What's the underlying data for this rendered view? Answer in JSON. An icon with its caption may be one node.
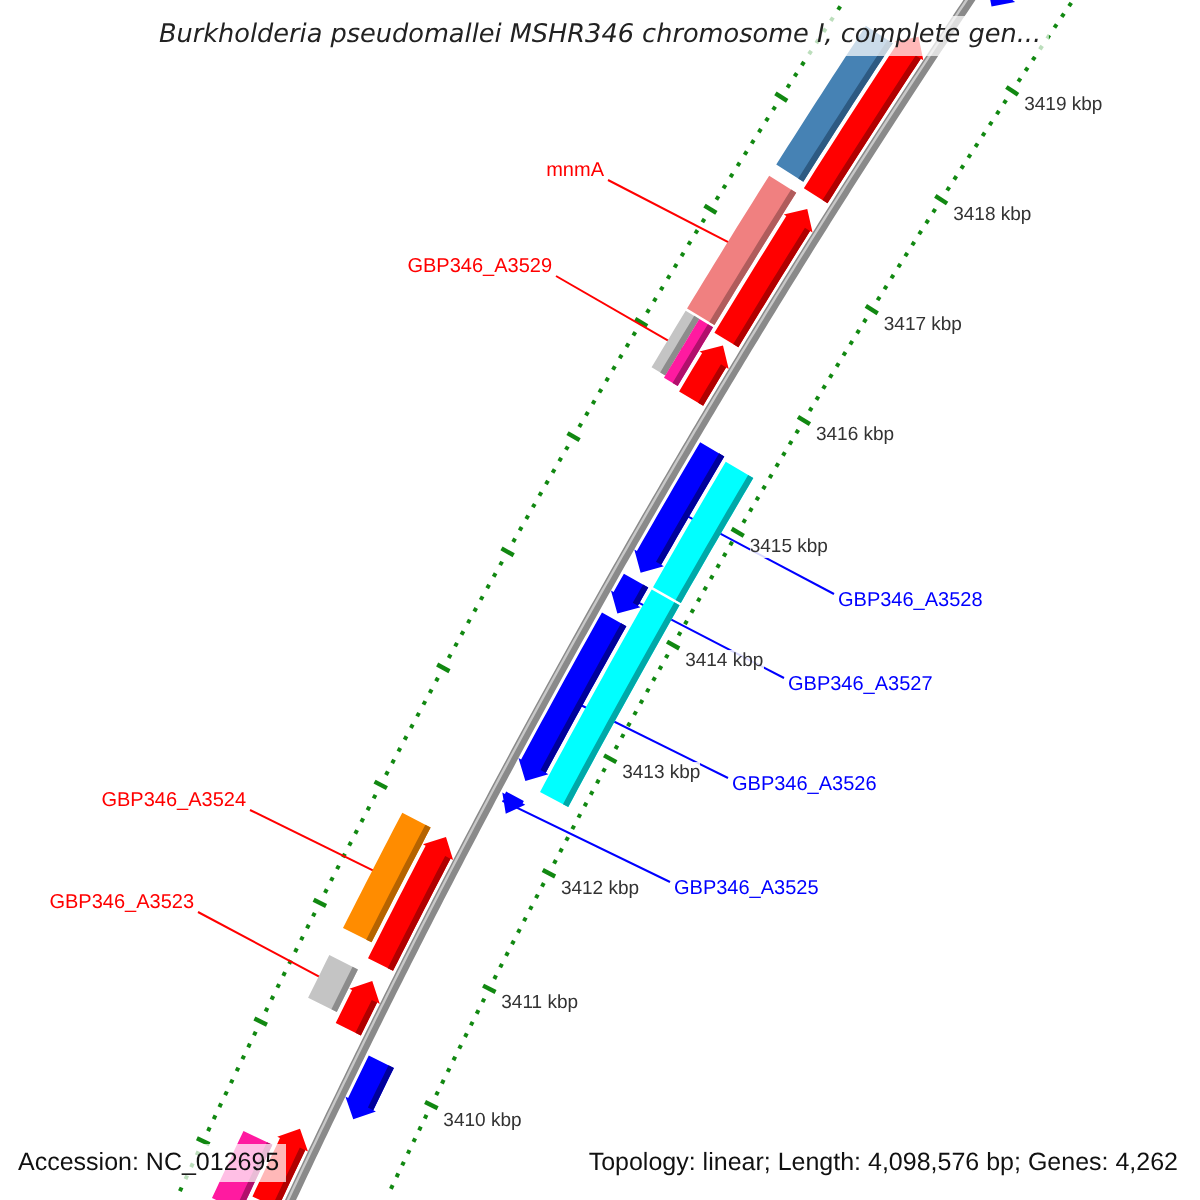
{
  "diagram": {
    "title": "Burkholderia pseudomallei MSHR346 chromosome I, complete gen...",
    "nodes": [
      {
        "text": [
          "mnmA"
        ]
      },
      {
        "text": [
          "GBP346_A3529"
        ]
      },
      {
        "text": [
          "GBP346_A3528"
        ]
      },
      {
        "text": [
          "GBP346_A3527"
        ]
      },
      {
        "text": [
          "GBP346_A3526"
        ]
      },
      {
        "text": [
          "GBP346_A3525"
        ]
      },
      {
        "text": [
          "GBP346_A3524"
        ]
      },
      {
        "text": [
          "GBP346_A3523"
        ]
      },
      {
        "text": [],
        "shape": "bar"
      },
      {
        "text": [],
        "shape": "bar"
      },
      {
        "text": [],
        "shape": "bar"
      },
      {
        "text": [],
        "shape": "bar"
      },
      {
        "text": [],
        "shape": "bar"
      },
      {
        "text": [],
        "shape": "bar"
      },
      {
        "text": [],
        "shape": "bar"
      },
      {
        "text": [],
        "shape": "bar"
      },
      {
        "text": [],
        "shape": "bar"
      },
      {
        "text": [],
        "shape": "bar"
      },
      {
        "text": [],
        "shape": "bar"
      },
      {
        "text": [],
        "shape": "bar"
      },
      {
        "text": [],
        "shape": "bar"
      },
      {
        "text": [],
        "shape": "bar"
      },
      {
        "text": [],
        "shape": "bar"
      },
      {
        "text": [],
        "shape": "bar"
      },
      {
        "text": [],
        "shape": "bar"
      },
      {
        "text": [],
        "shape": "bar"
      },
      {
        "text": [],
        "shape": "bar"
      },
      {
        "text": [],
        "shape": "bar"
      },
      {
        "text": [],
        "shape": "bar"
      }
    ],
    "edges": [
      {
        "from": 0,
        "to": 11,
        "arrow": "none",
        "color": "#ff0000"
      },
      {
        "from": 1,
        "to": 14,
        "arrow": "none",
        "color": "#ff0000"
      },
      {
        "from": 2,
        "to": 17,
        "arrow": "none",
        "color": "#0000ff"
      },
      {
        "from": 3,
        "to": 18,
        "arrow": "none",
        "color": "#0000ff"
      },
      {
        "from": 4,
        "to": 20,
        "arrow": "none",
        "color": "#0000ff"
      },
      {
        "from": 5,
        "to": 21,
        "arrow": "none",
        "color": "#0000ff"
      },
      {
        "from": 6,
        "to": 22,
        "arrow": "none",
        "color": "#ff0000"
      },
      {
        "from": 7,
        "to": 24,
        "arrow": "none",
        "color": "#ff0000"
      }
    ],
    "labels": [
      "3419 kbp",
      "3418 kbp",
      "3417 kbp",
      "3416 kbp",
      "3415 kbp",
      "3414 kbp",
      "3413 kbp",
      "3412 kbp",
      "3411 kbp",
      "3410 kbp",
      "Accession: NC_012695",
      "Topology: linear; Length: 4,098,576 bp; Genes: 4,262"
    ]
  }
}
